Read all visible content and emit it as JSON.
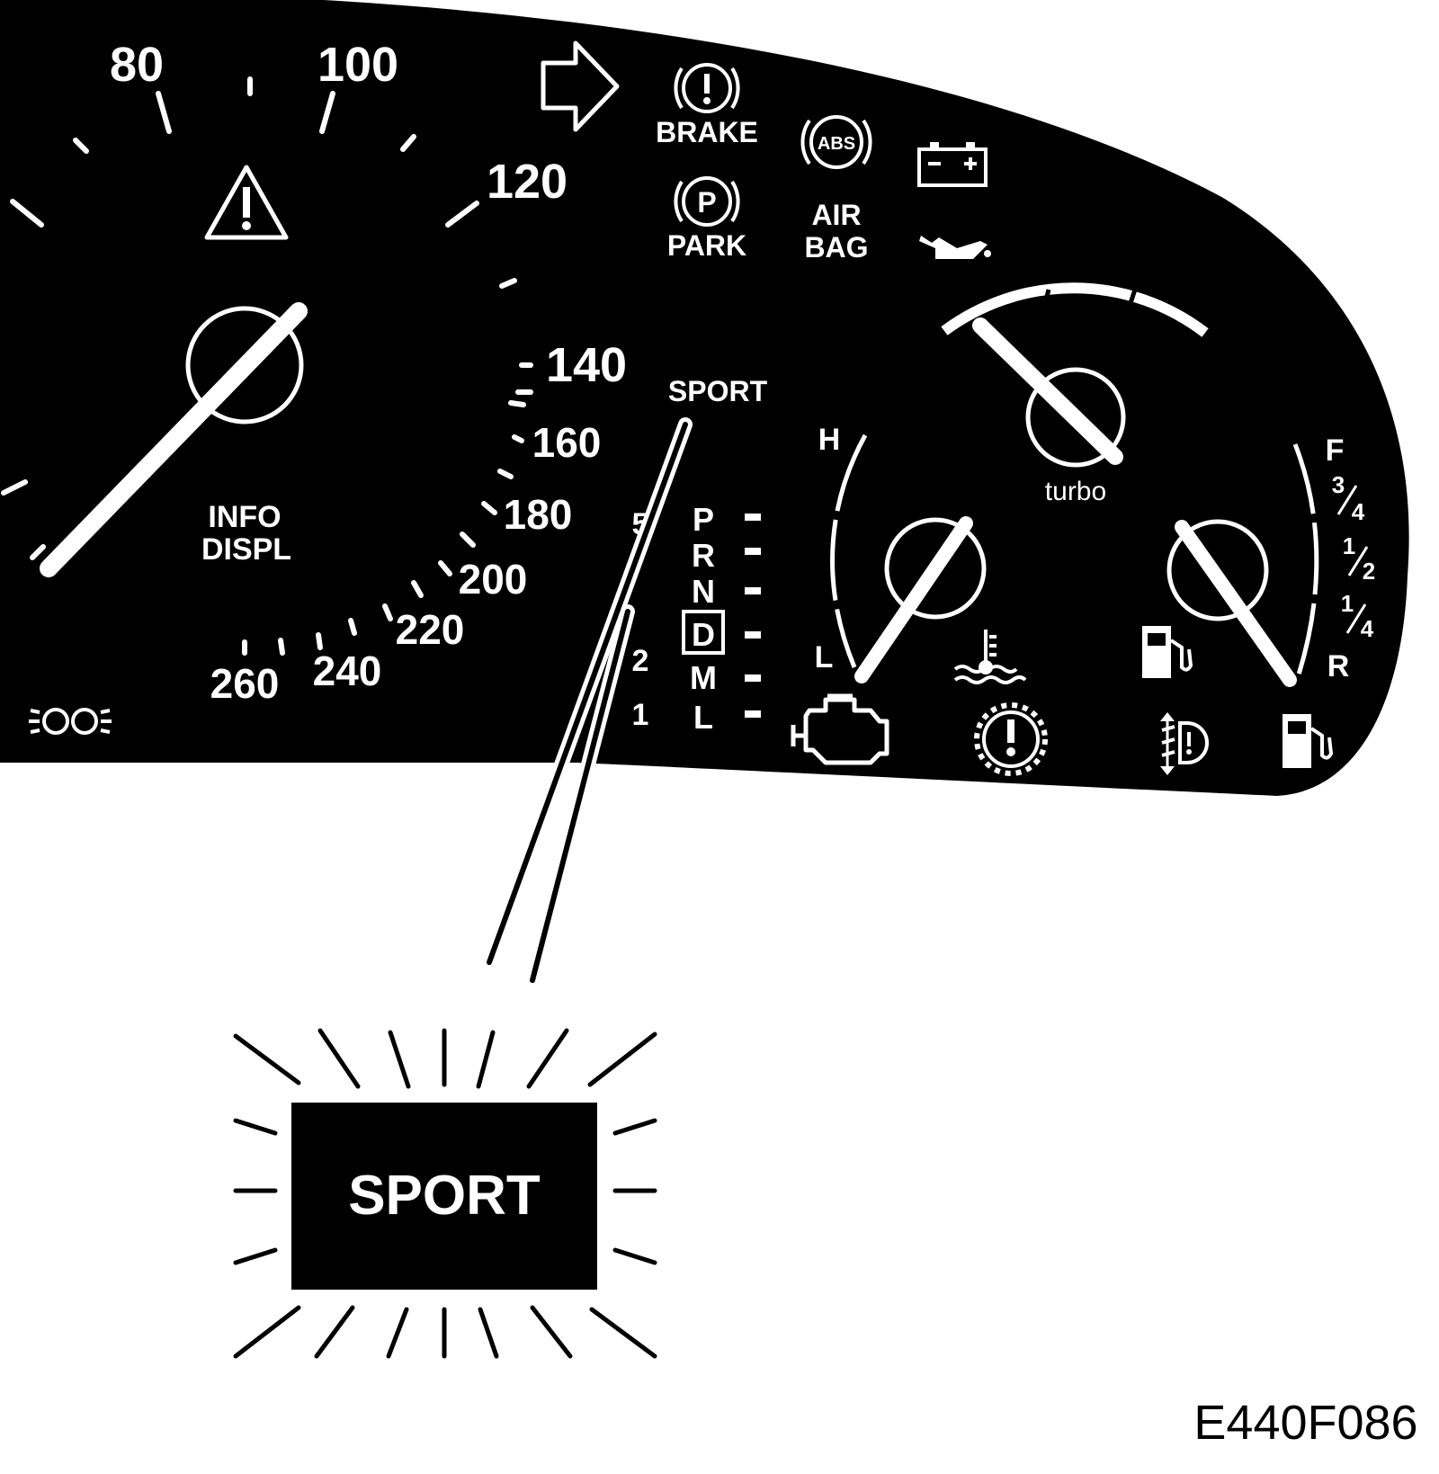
{
  "colors": {
    "panel": "#000000",
    "ink": "#ffffff",
    "paper": "#ffffff"
  },
  "speedometer": {
    "labels": [
      "80",
      "100",
      "120",
      "140",
      "160",
      "180",
      "200",
      "220",
      "240",
      "260"
    ],
    "info_label_line1": "INFO",
    "info_label_line2": "DISPL"
  },
  "warnings": {
    "brake": "BRAKE",
    "park": "PARK",
    "park_symbol": "P",
    "abs_symbol": "ABS",
    "airbag_line1": "AIR",
    "airbag_line2": "BAG"
  },
  "sport_indicator": "SPORT",
  "gear_selector": {
    "gears": [
      "P",
      "R",
      "N",
      "D",
      "M",
      "L"
    ],
    "selected": "D",
    "manual_gears": [
      "5",
      "2",
      "1"
    ]
  },
  "turbo_gauge": {
    "label": "turbo"
  },
  "temp_gauge": {
    "high": "H",
    "low": "L"
  },
  "fuel_gauge": {
    "full": "F",
    "three_quarter_num": "3",
    "three_quarter_den": "4",
    "half_num": "1",
    "half_den": "2",
    "quarter_num": "1",
    "quarter_den": "4",
    "reserve": "R"
  },
  "callout": {
    "label": "SPORT"
  },
  "figure_code": "E440F086"
}
